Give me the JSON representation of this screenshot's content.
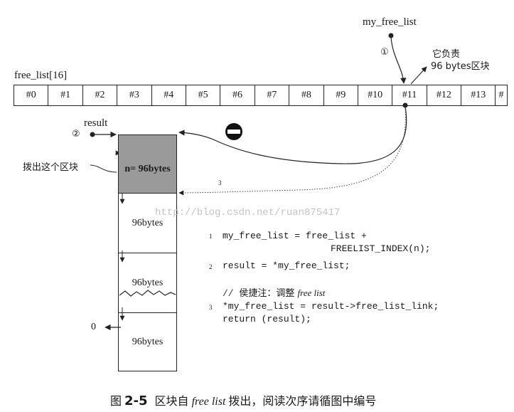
{
  "free_list_label": "free_list[16]",
  "cells": [
    "#0",
    "#1",
    "#2",
    "#3",
    "#4",
    "#5",
    "#6",
    "#7",
    "#8",
    "#9",
    "#10",
    "#11",
    "#12",
    "#13",
    "#"
  ],
  "my_free_list_label": "my_free_list",
  "step1_marker": "①",
  "step2_marker": "②",
  "step3_marker": "3",
  "annotation_responsible_line1": "它负责",
  "annotation_responsible_line2": "96 bytes区块",
  "result_label": "result",
  "extract_label": "拨出这个区块",
  "block_size_label": "n= 96bytes",
  "blocks": [
    "96bytes",
    "96bytes",
    "96bytes"
  ],
  "null_label": "0",
  "watermark": "http://blog.csdn.net/ruan875417",
  "code": {
    "line1_num": "1",
    "line1": "my_free_list = free_list +",
    "line1b": "FREELIST_INDEX(n);",
    "line2_num": "2",
    "line2": "result = *my_free_list;",
    "comment": "// 侯捷注：调整 free list",
    "line3_num": "3",
    "line3": "*my_free_list = result->free_list_link;",
    "line4": "return (result);"
  },
  "caption": {
    "prefix": "图",
    "number": "2-5",
    "text_a": "区块自",
    "italic": "free list",
    "text_b": "拨出，阅读次序请循图中编号"
  },
  "colors": {
    "line": "#222222",
    "shaded_block": "#9a9a9a",
    "watermark": "#c8c8c8"
  }
}
